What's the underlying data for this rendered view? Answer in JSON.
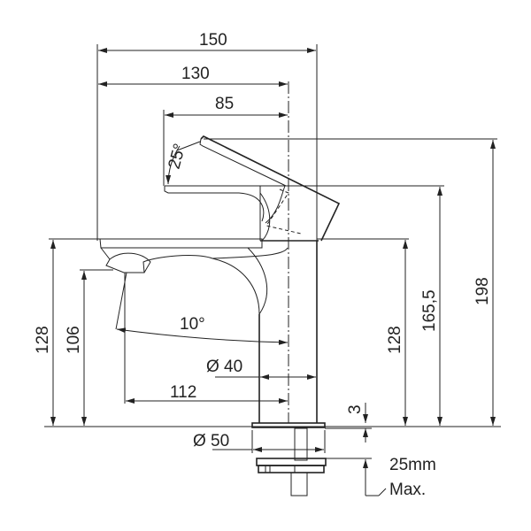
{
  "dimensions": {
    "total_width": "150",
    "spout_reach_from_lever": "130",
    "lever_length": "85",
    "lever_angle": "25°",
    "spout_angle": "10°",
    "body_diameter": "Ø 40",
    "spout_reach": "112",
    "base_diameter": "Ø 50",
    "spout_height_outer": "128",
    "spout_outlet_height": "106",
    "body_height": "128",
    "lever_height": "165,5",
    "total_height": "198",
    "base_thickness": "3",
    "max_deck_thickness": "25mm",
    "max_label": "Max."
  }
}
